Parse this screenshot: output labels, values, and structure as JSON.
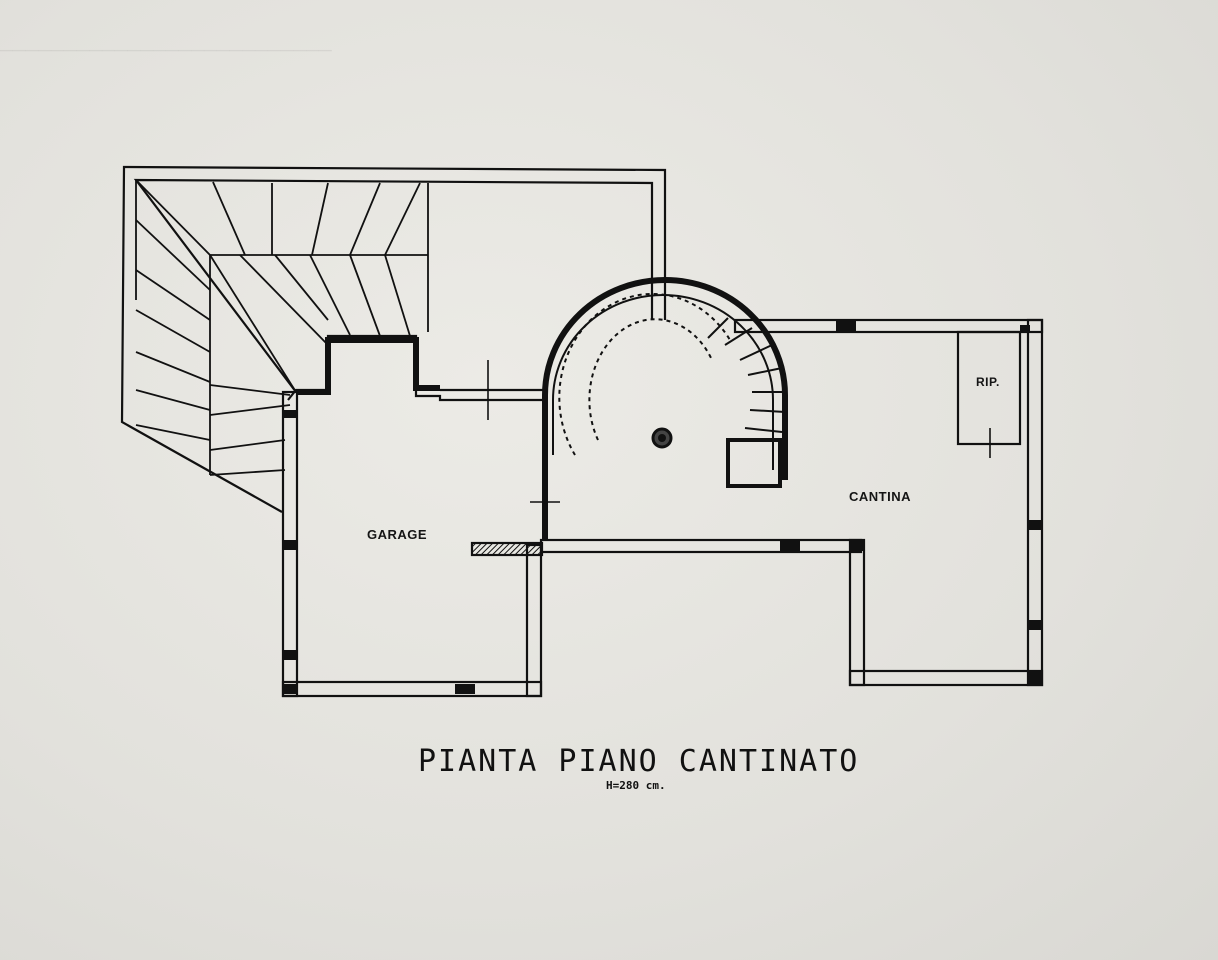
{
  "rooms": {
    "garage": "GARAGE",
    "cantina": "CANTINA",
    "ripostiglio": "RIP."
  },
  "title": "PIANTA PIANO CANTINATO",
  "subtitle": "H=280 cm.",
  "colors": {
    "paper": "#e4e3de",
    "ink": "#111111"
  }
}
